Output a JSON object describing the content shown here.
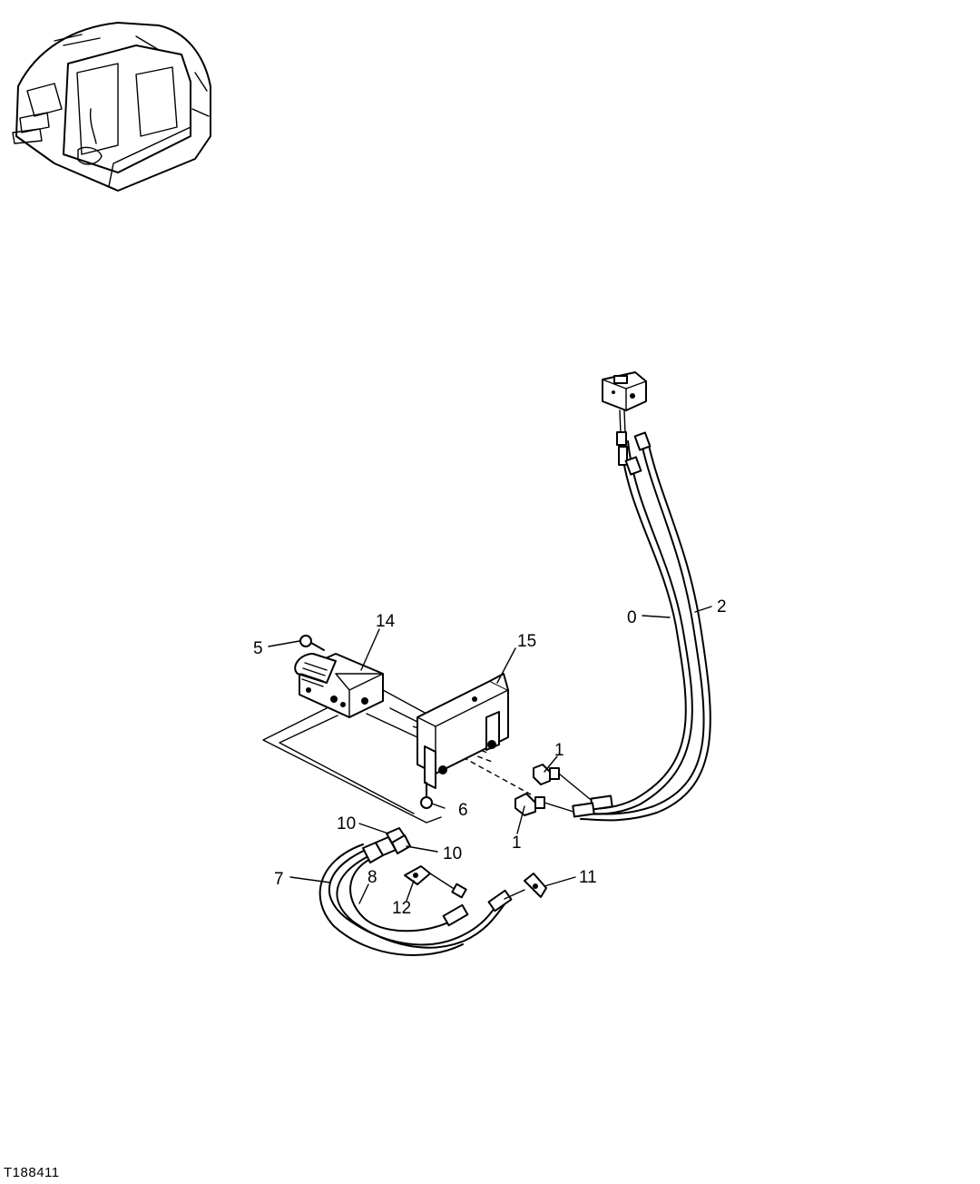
{
  "figure_id": "T188411",
  "callouts": [
    {
      "id": "c1a",
      "label": "1"
    },
    {
      "id": "c1b",
      "label": "1"
    },
    {
      "id": "c0",
      "label": "0"
    },
    {
      "id": "c2",
      "label": "2"
    },
    {
      "id": "c5",
      "label": "5"
    },
    {
      "id": "c6",
      "label": "6"
    },
    {
      "id": "c7",
      "label": "7"
    },
    {
      "id": "c8",
      "label": "8"
    },
    {
      "id": "c10a",
      "label": "10"
    },
    {
      "id": "c10b",
      "label": "10"
    },
    {
      "id": "c11",
      "label": "11"
    },
    {
      "id": "c12",
      "label": "12"
    },
    {
      "id": "c14",
      "label": "14"
    },
    {
      "id": "c15",
      "label": "15"
    }
  ]
}
